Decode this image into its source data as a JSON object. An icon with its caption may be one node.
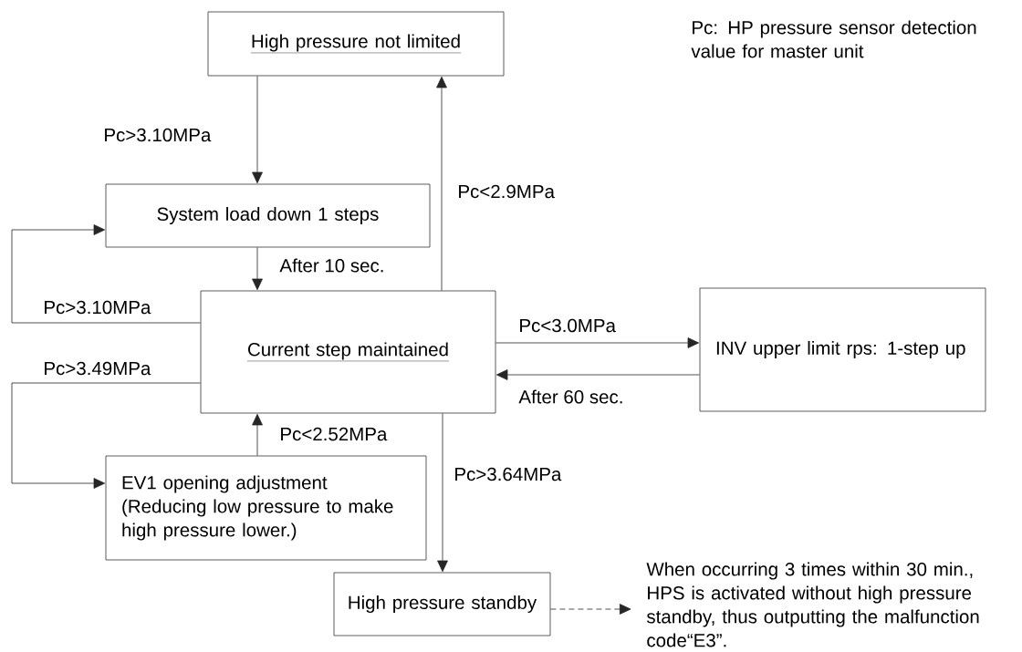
{
  "diagram": {
    "nodes": [
      {
        "text": [
          "High pressure not limited"
        ]
      },
      {
        "text": [
          "System load down 1 steps"
        ]
      },
      {
        "text": [
          "Current step maintained"
        ]
      },
      {
        "text": [
          "INV upper limit rps: 1-step up"
        ]
      },
      {
        "text": [
          "EV1 opening adjustment",
          "(Reducing low pressure to make high pressure lower.)"
        ]
      },
      {
        "text": [
          "High pressure standby"
        ]
      },
      {
        "text": [
          "When occurring 3 times within 30 min., HPS is activated without high pressure standby, thus outputting the malfunction code“E3”."
        ]
      }
    ],
    "edges": [
      {
        "from": 0,
        "to": 1,
        "arrow": "to",
        "label": "Pc>3.10MPa"
      },
      {
        "from": 1,
        "to": 2,
        "arrow": "to",
        "label": "After 10 sec."
      },
      {
        "from": 2,
        "to": 0,
        "arrow": "to",
        "label": "Pc<2.9MPa"
      },
      {
        "from": 2,
        "to": 1,
        "arrow": "to",
        "label": "Pc>3.10MPa"
      },
      {
        "from": 2,
        "to": 4,
        "arrow": "to",
        "label": "Pc>3.49MPa"
      },
      {
        "from": 4,
        "to": 2,
        "arrow": "to",
        "label": "Pc<2.52MPa"
      },
      {
        "from": 2,
        "to": 3,
        "arrow": "to",
        "label": "Pc<3.0MPa"
      },
      {
        "from": 3,
        "to": 2,
        "arrow": "to",
        "label": "After 60 sec."
      },
      {
        "from": 2,
        "to": 5,
        "arrow": "to",
        "label": "Pc>3.64MPa"
      },
      {
        "from": 5,
        "to": 6,
        "arrow": "to",
        "style": "dashed"
      }
    ],
    "labels": [
      "Pc: HP pressure sensor detection value for master unit"
    ]
  }
}
